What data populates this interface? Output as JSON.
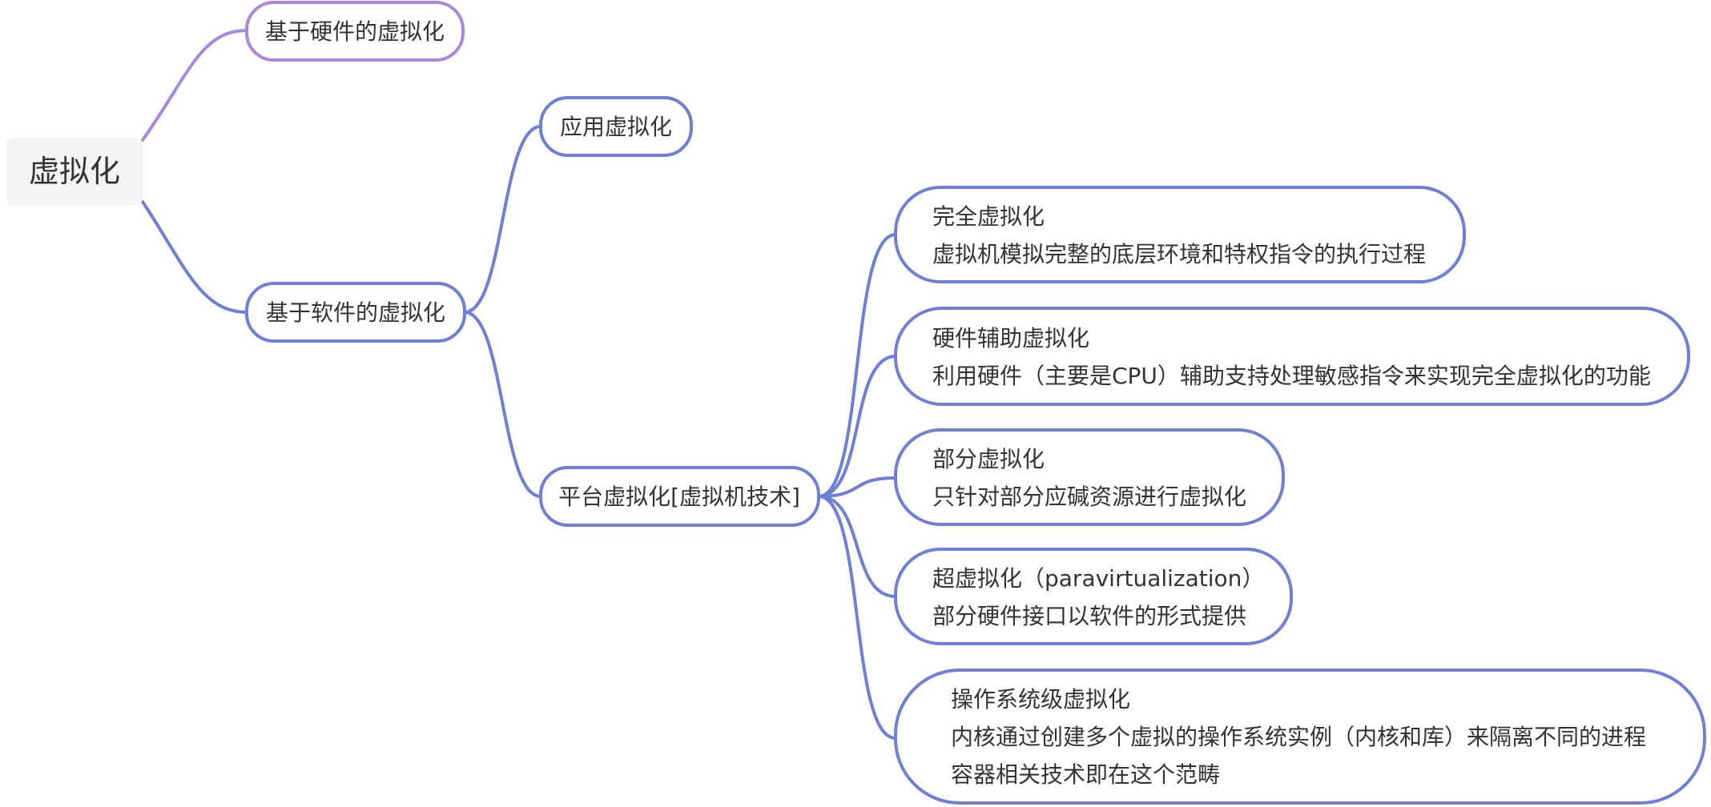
{
  "colors": {
    "purple": "#ab86de",
    "blue": "#6f7fd6",
    "root_bg": "#f4f4f4",
    "text": "#333333"
  },
  "root": {
    "label": "虚拟化"
  },
  "branches": {
    "hardware": {
      "label": "基于硬件的虚拟化"
    },
    "software": {
      "label": "基于软件的虚拟化"
    }
  },
  "software_children": {
    "app": {
      "label": "应用虚拟化"
    },
    "platform": {
      "label": "平台虚拟化[虚拟机技术]"
    }
  },
  "platform_children": [
    {
      "lines": [
        "完全虚拟化",
        "虚拟机模拟完整的底层环境和特权指令的执行过程"
      ]
    },
    {
      "lines": [
        "硬件辅助虚拟化",
        "利用硬件（主要是CPU）辅助支持处理敏感指令来实现完全虚拟化的功能"
      ]
    },
    {
      "lines": [
        "部分虚拟化",
        "只针对部分应碱资源进行虚拟化"
      ]
    },
    {
      "lines": [
        "超虚拟化（paravirtualization）",
        "部分硬件接口以软件的形式提供"
      ]
    },
    {
      "lines": [
        "操作系统级虚拟化",
        "内核通过创建多个虚拟的操作系统实例（内核和库）来隔离不同的进程",
        "容器相关技术即在这个范畴"
      ]
    }
  ]
}
